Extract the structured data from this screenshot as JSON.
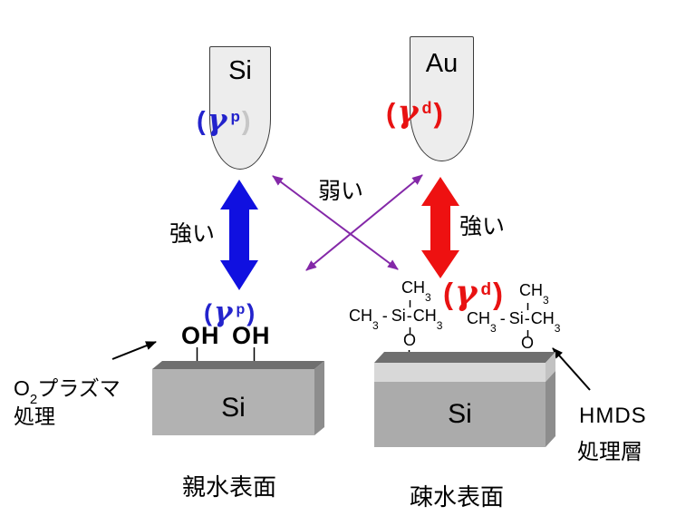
{
  "diagram": {
    "tips": {
      "left_label": "Si",
      "right_label": "Au"
    },
    "gamma_polar": {
      "open": "(",
      "gamma": "γ",
      "sup": "p",
      "close": ")"
    },
    "gamma_disperse": {
      "open": "(",
      "gamma": "γ",
      "sup": "d",
      "close": ")"
    },
    "interaction_labels": {
      "strong_left": "強い",
      "strong_right": "強い",
      "weak": "弱い"
    },
    "left_surface": {
      "oh1": "OH",
      "oh2": "OH",
      "block_label": "Si",
      "treatment_element": "O",
      "treatment_sub": "2",
      "treatment_rest": "プラズマ",
      "treatment_line2": "処理",
      "caption": "親水表面"
    },
    "right_surface": {
      "block_label": "Si",
      "hmds_line1": "HMDS",
      "hmds_line2": "処理層",
      "caption": "疎水表面"
    },
    "chem": {
      "ch": "CH",
      "three": "3",
      "sep": "-",
      "bond": "-",
      "si": "Si",
      "o": "O"
    }
  },
  "colors": {
    "blue_arrow": "#1010e0",
    "blue_text": "#2323cc",
    "red_arrow": "#ee1111",
    "red_text": "#e81212",
    "purple": "#8428a8",
    "black": "#000000",
    "tip_fill": "#ededed",
    "faded_paren": "#c6c6c6",
    "block_front_left": "#b2b2b2",
    "block_front_right": "#ababab",
    "block_top": "#6f6f6f",
    "block_side": "#8d8d8d",
    "hmds_band": "#d8d8d8",
    "hmds_band_side": "#c2c2c2"
  }
}
